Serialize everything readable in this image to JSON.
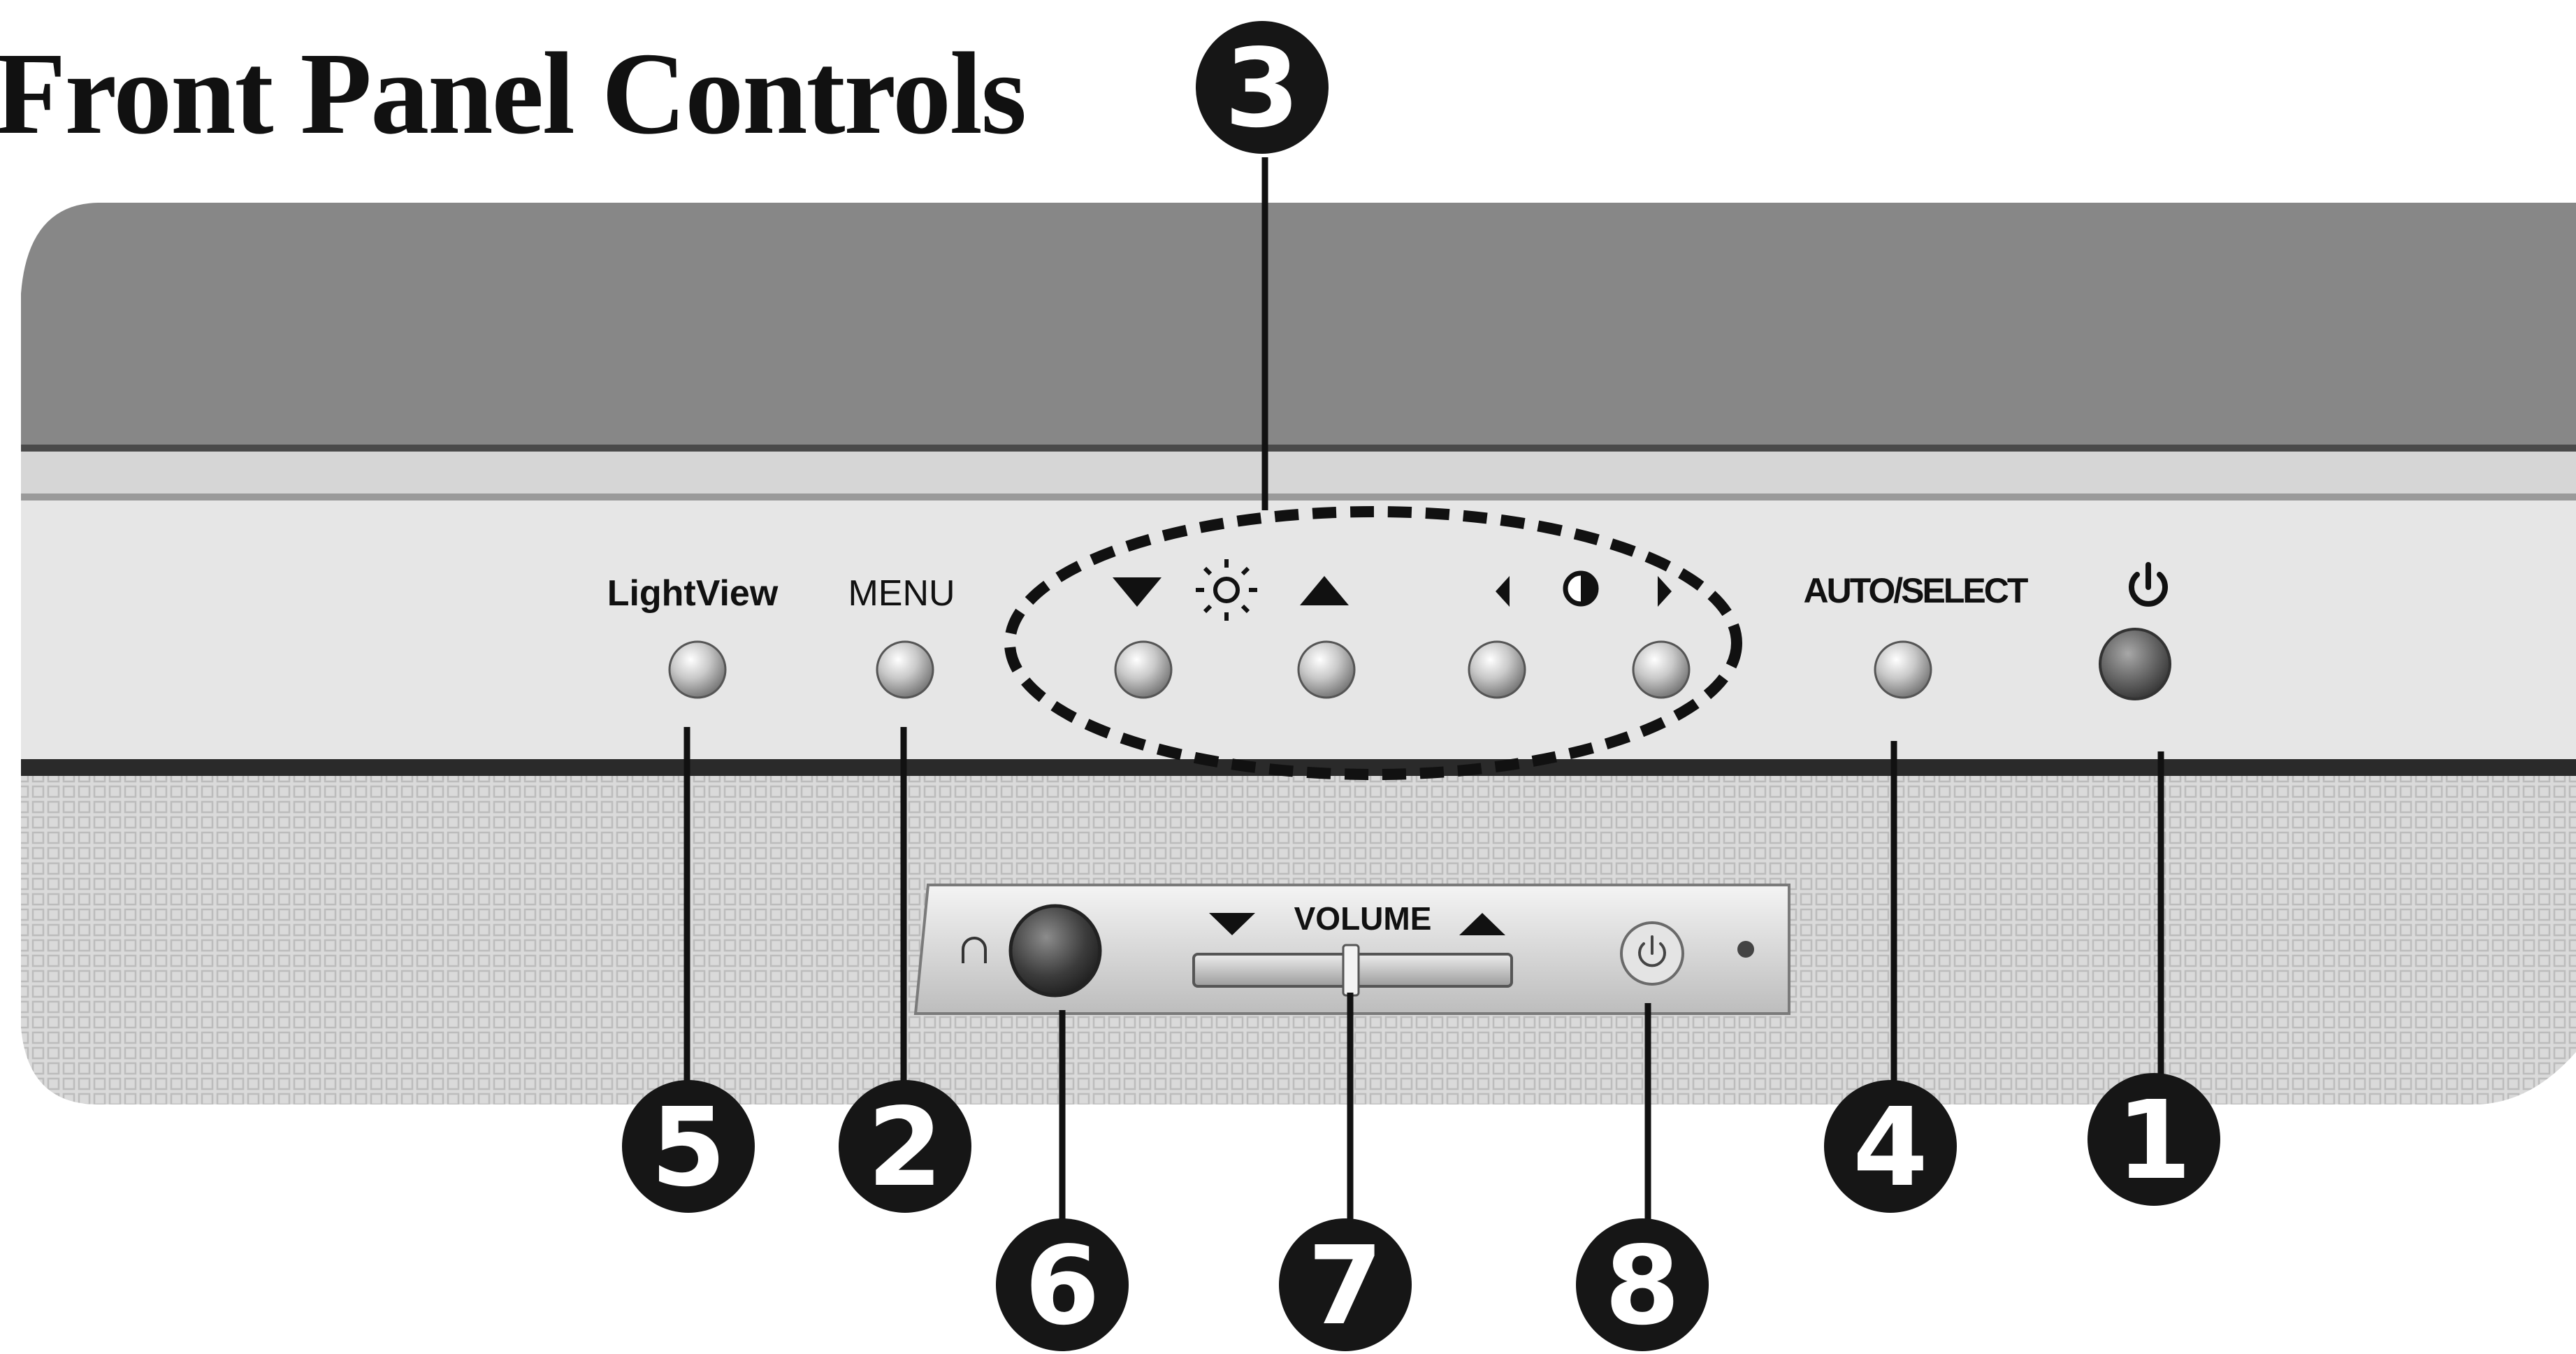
{
  "page": {
    "title": "Front Panel Controls"
  },
  "buttons": {
    "lightview_label": "LightView",
    "menu_label": "MENU",
    "auto_select_label": "AUTO/SELECT",
    "brightness_down_icon": "triangle-down-icon",
    "brightness_icon": "sun-icon",
    "brightness_up_icon": "triangle-up-icon",
    "contrast_left_icon": "triangle-left-icon",
    "contrast_icon": "contrast-icon",
    "contrast_right_icon": "triangle-right-icon",
    "power_icon": "power-icon"
  },
  "audio_panel": {
    "volume_label": "VOLUME",
    "headphone_icon": "headphone-icon",
    "speaker_power_icon": "power-icon"
  },
  "callouts": [
    "1",
    "2",
    "3",
    "4",
    "5",
    "6",
    "7",
    "8"
  ],
  "colors": {
    "bezel_top": "#878787",
    "control_strip": "#e6e6e6",
    "speaker_grille": "#d8d8d8",
    "callout_fill": "#161616"
  }
}
